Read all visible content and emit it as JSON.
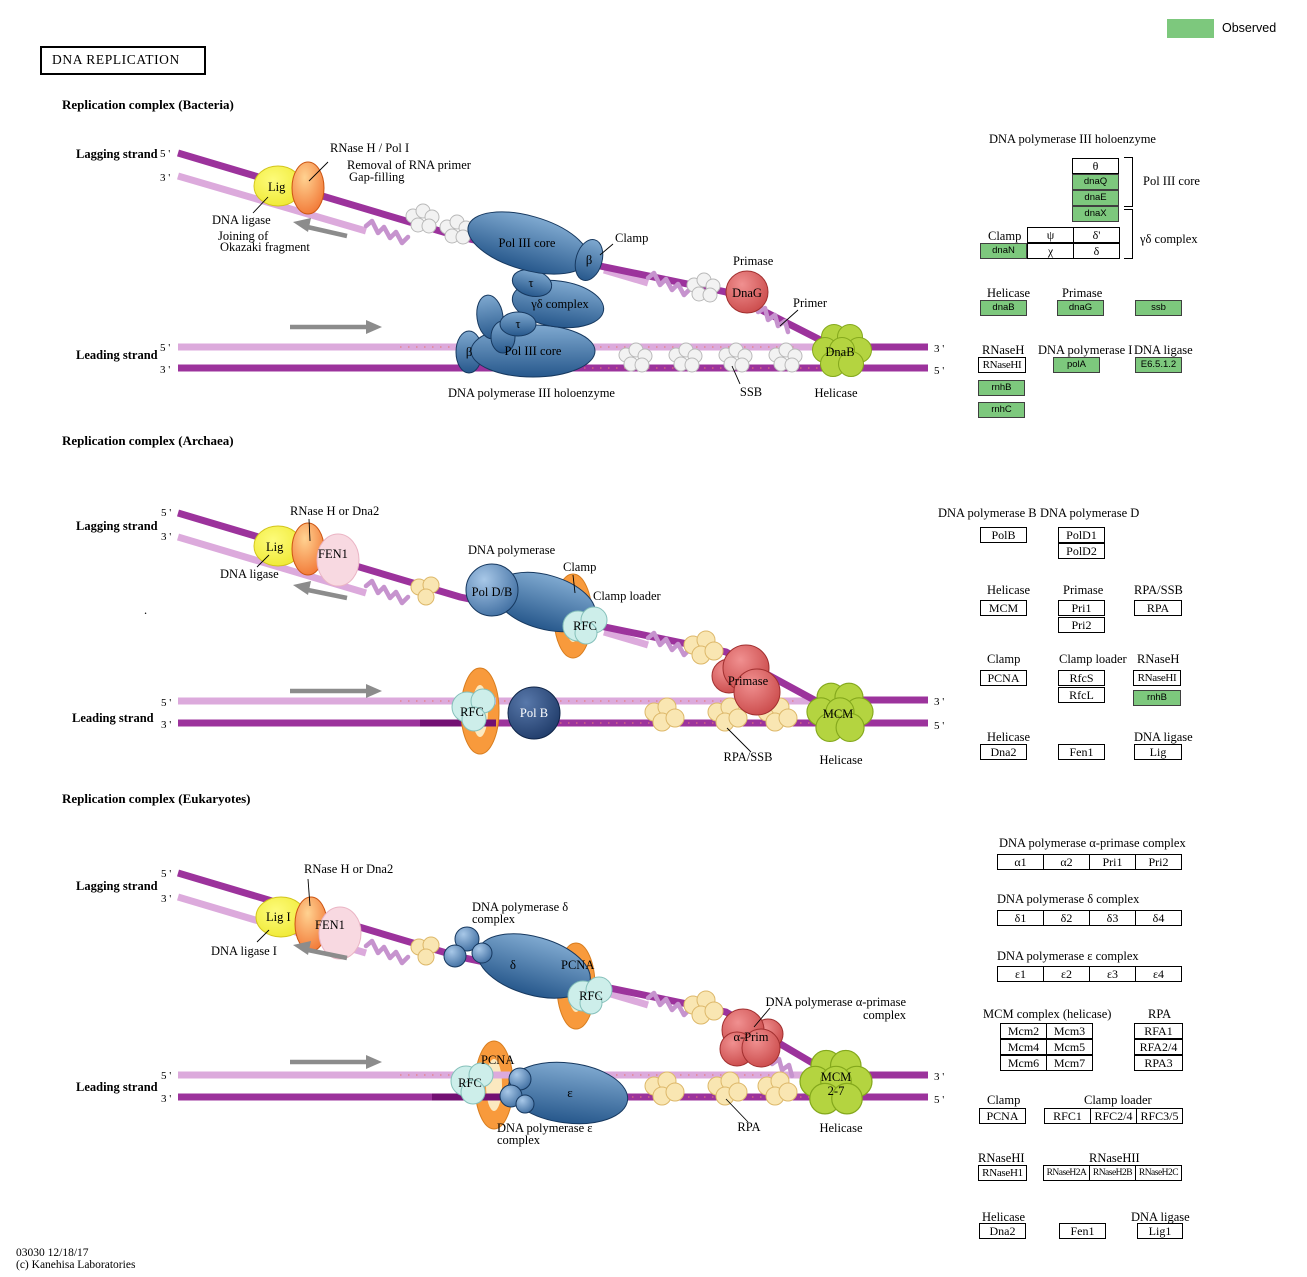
{
  "title": "DNA REPLICATION",
  "legend": {
    "label": "Observed",
    "color": "#7dc87d"
  },
  "footer": {
    "line1": "03030 12/18/17",
    "line2": "(c) Kanehisa Laboratories"
  },
  "bacteria": {
    "heading": "Replication complex (Bacteria)",
    "diagram": {
      "lagging": "Lagging strand",
      "lag5": "5 '",
      "lag3": "3 '",
      "leading": "Leading strand",
      "lead5": "5 '",
      "lead3": "3 '",
      "r3": "3 '",
      "r5": "5 '",
      "rnaseh_pol1": "RNase H / Pol I",
      "removal": "Removal of RNA primer",
      "gapfill": "Gap-filling",
      "lig": "Lig",
      "ligase": "DNA ligase",
      "join1": "Joining of",
      "join2": "Okazaki fragment",
      "pol3_top": "Pol III core",
      "pol3_bot": "Pol III core",
      "clamp": "Clamp",
      "beta_top": "β",
      "beta_bot": "β",
      "tau1": "τ",
      "tau2": "τ",
      "gd": "γδ complex",
      "primase": "Primase",
      "dnag": "DnaG",
      "primer": "Primer",
      "dnab": "DnaB",
      "helicase": "Helicase",
      "ssb": "SSB",
      "holo": "DNA polymerase III holoenzyme"
    },
    "panel": {
      "title": "DNA polymerase III holoenzyme",
      "theta": "θ",
      "dnaQ": "dnaQ",
      "dnaE": "dnaE",
      "dnaX": "dnaX",
      "core_bracket": "Pol III core",
      "gd_bracket": "γδ complex",
      "clamp": "Clamp",
      "psi": "ψ",
      "delta_prime": "δ'",
      "dnaN": "dnaN",
      "chi": "χ",
      "delta": "δ",
      "helicase": "Helicase",
      "dnaB": "dnaB",
      "primase": "Primase",
      "dnaG": "dnaG",
      "ssb": "ssb",
      "rnaseh": "RNaseH",
      "rnasehi": "RNaseHI",
      "rnhB": "rnhB",
      "rnhC": "rnhC",
      "pol1": "DNA polymerase I",
      "polA": "polA",
      "ligase": "DNA ligase",
      "ec": "E6.5.1.2"
    }
  },
  "archaea": {
    "heading": "Replication complex (Archaea)",
    "diagram": {
      "lagging": "Lagging strand",
      "lag5": "5 '",
      "lag3": "3 '",
      "leading": "Leading strand",
      "lead5": "5 '",
      "lead3": "3 '",
      "r3": "3 '",
      "r5": "5 '",
      "rnaseh": "RNase H or Dna2",
      "lig": "Lig",
      "fen1": "FEN1",
      "ligase": "DNA ligase",
      "dnapol": "DNA polymerase",
      "poldb": "Pol D/B",
      "clamp": "Clamp",
      "loader": "Clamp loader",
      "rfc1": "RFC",
      "rfc2": "RFC",
      "polb": "Pol B",
      "primase": "Primase",
      "mcm": "MCM",
      "helicase": "Helicase",
      "rpassb": "RPA/SSB",
      "dot": "."
    },
    "panel": {
      "polb_h": "DNA polymerase B",
      "polb": "PolB",
      "pold_h": "DNA polymerase D",
      "pold1": "PolD1",
      "pold2": "PolD2",
      "hel1_h": "Helicase",
      "mcm": "MCM",
      "pri_h": "Primase",
      "pri1": "Pri1",
      "pri2": "Pri2",
      "rpa_h": "RPA/SSB",
      "rpa": "RPA",
      "clamp_h": "Clamp",
      "pcna": "PCNA",
      "loader_h": "Clamp loader",
      "rfcs": "RfcS",
      "rfcl": "RfcL",
      "rnaseh_h": "RNaseH",
      "rnasehi": "RNaseHI",
      "rnhb": "rnhB",
      "hel2_h": "Helicase",
      "dna2": "Dna2",
      "fen1": "Fen1",
      "lig_h": "DNA ligase",
      "lig": "Lig"
    }
  },
  "eukaryotes": {
    "heading": "Replication complex (Eukaryotes)",
    "diagram": {
      "lagging": "Lagging strand",
      "lag5": "5 '",
      "lag3": "3 '",
      "leading": "Leading strand",
      "lead5": "5 '",
      "lead3": "3 '",
      "r3": "3 '",
      "r5": "5 '",
      "rnaseh": "RNase H or Dna2",
      "lig": "Lig I",
      "fen1": "FEN1",
      "ligase": "DNA ligase I",
      "pold1": "DNA polymerase δ",
      "pold2": "complex",
      "delta": "δ",
      "pcna1": "PCNA",
      "rfc1": "RFC",
      "pola1": "DNA polymerase α-primase",
      "pola2": "complex",
      "aprim": "α-Prim",
      "mcm1": "MCM",
      "mcm2": "2-7",
      "helicase": "Helicase",
      "rpa": "RPA",
      "pcna2": "PCNA",
      "rfc2": "RFC",
      "eps": "ε",
      "pole1": "DNA polymerase ε",
      "pole2": "complex"
    },
    "panel": {
      "pola_h": "DNA polymerase α-primase complex",
      "a1": "α1",
      "a2": "α2",
      "pri1": "Pri1",
      "pri2": "Pri2",
      "pold_h": "DNA polymerase δ complex",
      "d1": "δ1",
      "d2": "δ2",
      "d3": "δ3",
      "d4": "δ4",
      "pole_h": "DNA polymerase ε complex",
      "e1": "ε1",
      "e2": "ε2",
      "e3": "ε3",
      "e4": "ε4",
      "mcm_h": "MCM complex (helicase)",
      "mcm2": "Mcm2",
      "mcm3": "Mcm3",
      "mcm4": "Mcm4",
      "mcm5": "Mcm5",
      "mcm6": "Mcm6",
      "mcm7": "Mcm7",
      "rpa_h": "RPA",
      "rfa1": "RFA1",
      "rfa24": "RFA2/4",
      "rpa3": "RPA3",
      "clamp_h": "Clamp",
      "pcna": "PCNA",
      "loader_h": "Clamp loader",
      "rfc1": "RFC1",
      "rfc24": "RFC2/4",
      "rfc35": "RFC3/5",
      "rh1_h": "RNaseHI",
      "rnaseh1": "RNaseH1",
      "rh2_h": "RNaseHII",
      "rh2a": "RNaseH2A",
      "rh2b": "RNaseH2B",
      "rh2c": "RNaseH2C",
      "hel_h": "Helicase",
      "dna2": "Dna2",
      "fen1": "Fen1",
      "lig_h": "DNA ligase",
      "lig1": "Lig1"
    }
  }
}
